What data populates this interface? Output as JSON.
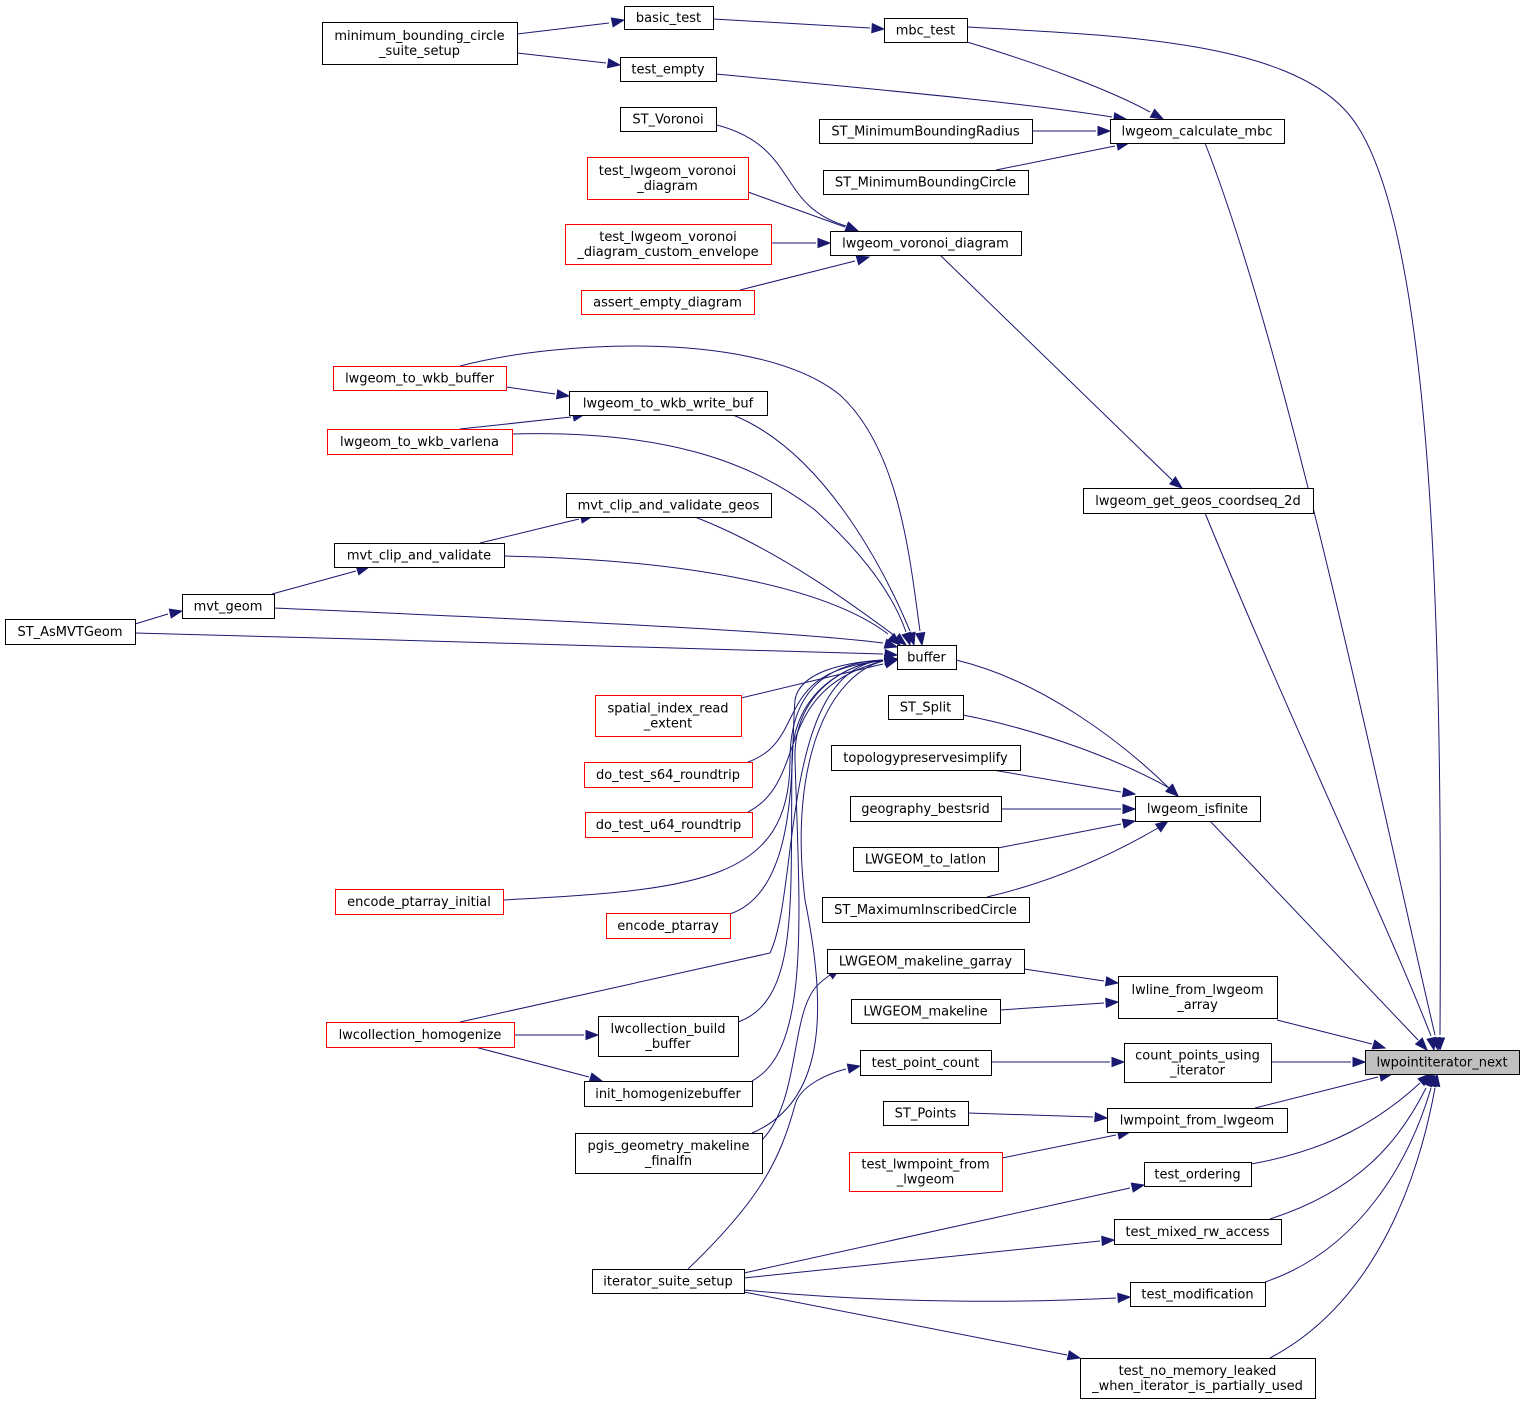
{
  "colors": {
    "edge": "#191970",
    "node_border": "#000000",
    "link_node_border": "#ff0000",
    "focus_fill": "#bfbfbf"
  },
  "nodes": {
    "minimum_bounding_circle_suite_setup": {
      "lines": [
        "minimum_bounding_circle",
        "_suite_setup"
      ]
    },
    "basic_test": {
      "lines": [
        "basic_test"
      ]
    },
    "mbc_test": {
      "lines": [
        "mbc_test"
      ]
    },
    "test_empty": {
      "lines": [
        "test_empty"
      ]
    },
    "st_voronoi": {
      "lines": [
        "ST_Voronoi"
      ]
    },
    "st_minimumboundingradius": {
      "lines": [
        "ST_MinimumBoundingRadius"
      ]
    },
    "lwgeom_calculate_mbc": {
      "lines": [
        "lwgeom_calculate_mbc"
      ]
    },
    "st_minimumboundingcircle": {
      "lines": [
        "ST_MinimumBoundingCircle"
      ]
    },
    "test_lwgeom_voronoi_diagram": {
      "lines": [
        "test_lwgeom_voronoi",
        "_diagram"
      ]
    },
    "test_lwgeom_voronoi_diagram_custom_envelope": {
      "lines": [
        "test_lwgeom_voronoi",
        "_diagram_custom_envelope"
      ]
    },
    "lwgeom_voronoi_diagram": {
      "lines": [
        "lwgeom_voronoi_diagram"
      ]
    },
    "assert_empty_diagram": {
      "lines": [
        "assert_empty_diagram"
      ]
    },
    "lwgeom_to_wkb_buffer": {
      "lines": [
        "lwgeom_to_wkb_buffer"
      ]
    },
    "lwgeom_to_wkb_write_buf": {
      "lines": [
        "lwgeom_to_wkb_write_buf"
      ]
    },
    "lwgeom_to_wkb_varlena": {
      "lines": [
        "lwgeom_to_wkb_varlena"
      ]
    },
    "lwgeom_get_geos_coordseq_2d": {
      "lines": [
        "lwgeom_get_geos_coordseq_2d"
      ]
    },
    "mvt_clip_and_validate_geos": {
      "lines": [
        "mvt_clip_and_validate_geos"
      ]
    },
    "mvt_clip_and_validate": {
      "lines": [
        "mvt_clip_and_validate"
      ]
    },
    "mvt_geom": {
      "lines": [
        "mvt_geom"
      ]
    },
    "st_asmvtgeom": {
      "lines": [
        "ST_AsMVTGeom"
      ]
    },
    "buffer": {
      "lines": [
        "buffer"
      ]
    },
    "spatial_index_read_extent": {
      "lines": [
        "spatial_index_read",
        "_extent"
      ]
    },
    "st_split": {
      "lines": [
        "ST_Split"
      ]
    },
    "topologypreservesimplify": {
      "lines": [
        "topologypreservesimplify"
      ]
    },
    "do_test_s64_roundtrip": {
      "lines": [
        "do_test_s64_roundtrip"
      ]
    },
    "geography_bestsrid": {
      "lines": [
        "geography_bestsrid"
      ]
    },
    "lwgeom_isfinite": {
      "lines": [
        "lwgeom_isfinite"
      ]
    },
    "do_test_u64_roundtrip": {
      "lines": [
        "do_test_u64_roundtrip"
      ]
    },
    "lwgeom_to_latlon": {
      "lines": [
        "LWGEOM_to_latlon"
      ]
    },
    "encode_ptarray_initial": {
      "lines": [
        "encode_ptarray_initial"
      ]
    },
    "st_maximuminscribedcircle": {
      "lines": [
        "ST_MaximumInscribedCircle"
      ]
    },
    "encode_ptarray": {
      "lines": [
        "encode_ptarray"
      ]
    },
    "lwgeom_makeline_garray": {
      "lines": [
        "LWGEOM_makeline_garray"
      ]
    },
    "lwline_from_lwgeom_array": {
      "lines": [
        "lwline_from_lwgeom",
        "_array"
      ]
    },
    "lwgeom_makeline": {
      "lines": [
        "LWGEOM_makeline"
      ]
    },
    "lwcollection_homogenize": {
      "lines": [
        "lwcollection_homogenize"
      ]
    },
    "lwcollection_build_buffer": {
      "lines": [
        "lwcollection_build",
        "_buffer"
      ]
    },
    "test_point_count": {
      "lines": [
        "test_point_count"
      ]
    },
    "count_points_using_iterator": {
      "lines": [
        "count_points_using",
        "_iterator"
      ]
    },
    "lwpointiterator_next": {
      "lines": [
        "lwpointiterator_next"
      ]
    },
    "init_homogenizebuffer": {
      "lines": [
        "init_homogenizebuffer"
      ]
    },
    "st_points": {
      "lines": [
        "ST_Points"
      ]
    },
    "lwmpoint_from_lwgeom": {
      "lines": [
        "lwmpoint_from_lwgeom"
      ]
    },
    "pgis_geometry_makeline_finalfn": {
      "lines": [
        "pgis_geometry_makeline",
        "_finalfn"
      ]
    },
    "test_lwmpoint_from_lwgeom": {
      "lines": [
        "test_lwmpoint_from",
        "_lwgeom"
      ]
    },
    "test_ordering": {
      "lines": [
        "test_ordering"
      ]
    },
    "test_mixed_rw_access": {
      "lines": [
        "test_mixed_rw_access"
      ]
    },
    "iterator_suite_setup": {
      "lines": [
        "iterator_suite_setup"
      ]
    },
    "test_modification": {
      "lines": [
        "test_modification"
      ]
    },
    "test_no_memory_leaked": {
      "lines": [
        "test_no_memory_leaked",
        "_when_iterator_is_partially_used"
      ]
    }
  }
}
